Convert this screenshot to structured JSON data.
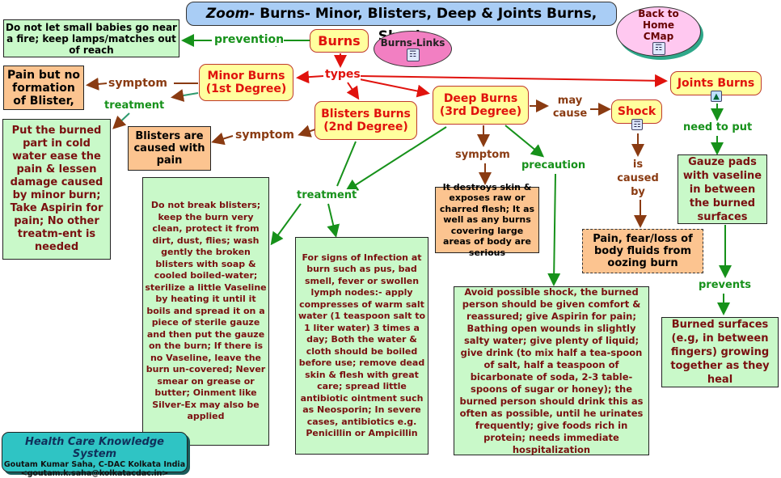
{
  "title": {
    "italic": "Zoom-",
    "rest": " Burns- Minor, Blisters, Deep & Joints Burns, Shock"
  },
  "concepts": {
    "burns": "Burns",
    "minor": "Minor Burns (1st Degree)",
    "blisters": "Blisters Burns (2nd Degree)",
    "deep": "Deep Burns (3rd Degree)",
    "joints": "Joints Burns",
    "shock": "Shock"
  },
  "links_nodes": {
    "burns_links": "Burns-Links",
    "back_home": "Back to Home CMap"
  },
  "labels": {
    "prevention": "prevention",
    "types": "types",
    "symptom_minor": "symptom",
    "treatment_minor": "treatment",
    "symptom_blister": "symptom",
    "treatment_blister": "treatment",
    "may_cause": "may cause",
    "symptom_deep": "symptom",
    "precaution": "precaution",
    "is_caused_by": "is caused by",
    "need_to_put": "need to put",
    "prevents": "prevents"
  },
  "boxes": {
    "prevention": "Do not let small babies go near a fire; keep lamps/matches out of reach",
    "minor_symptom": "Pain but no formation of Blister,",
    "minor_treatment": "Put the burned part in cold water ease the pain & lessen damage caused by minor burn; Take Aspirin for pain; No other treatm-ent is needed",
    "blister_symptom": "Blisters are caused with pain",
    "blister_treatment_1": "Do not break blisters; keep the burn very clean, protect it from dirt, dust, flies; wash gently the broken blisters with soap & cooled boiled-water; sterilize a little Vaseline by heating it until it boils and spread it on a piece of sterile gauze and then put the gauze on the burn; If there is no Vaseline, leave the burn un-covered; Never smear on grease or butter; Oinment like Silver-Ex may also be applied",
    "blister_treatment_2": "For signs of Infection at burn such as pus, bad smell, fever or swollen lymph nodes:- apply compresses of warm salt water (1 teaspoon salt to 1 liter water) 3 times a day; Both the water & cloth should be boiled before use; remove dead skin & flesh with great care; spread little antibiotic ointment such as Neosporin; In severe cases, antibiotics e.g. Penicillin or Ampicillin",
    "deep_symptom": "It destroys skin & exposes raw or charred flesh; It as well as any burns covering large areas of body are serious",
    "deep_precaution": "Avoid possible shock, the burned person should be given comfort & reassured; give Aspirin for pain; Bathing open wounds in slightly salty water; give plenty of liquid; give drink (to mix half a tea-spoon of salt, half a teaspoon of bicarbonate of soda, 2-3 table-spoons of sugar or honey); the burned person should drink this as often as possible, until he urinates frequently; give foods rich in protein; needs immediate hospitalization",
    "shock_cause": "Pain, fear/loss of body fluids from oozing burn",
    "joints_put": "Gauze pads with vaseline in between the burned surfaces",
    "joints_prevents": "Burned surfaces (e.g, in between fingers) growing together as they heal"
  },
  "icons": {
    "cmap": "concept-map-link-icon",
    "image": "image-link-icon"
  },
  "footer": {
    "line1": "Health Care Knowledge System",
    "line2": "Goutam Kumar Saha, C-DAC Kolkata India",
    "line3": "<goutam.k.saha@kolkatacdac.in>"
  },
  "colors": {
    "concept_fill": "#ffff9e",
    "concept_text": "#e0120d",
    "green_box": "#c9f9c9",
    "orange_box": "#fcc490",
    "title_fill": "#a9cdf5",
    "link_green": "#16911a",
    "link_brown": "#8a3b12",
    "link_red": "#e0120d"
  }
}
